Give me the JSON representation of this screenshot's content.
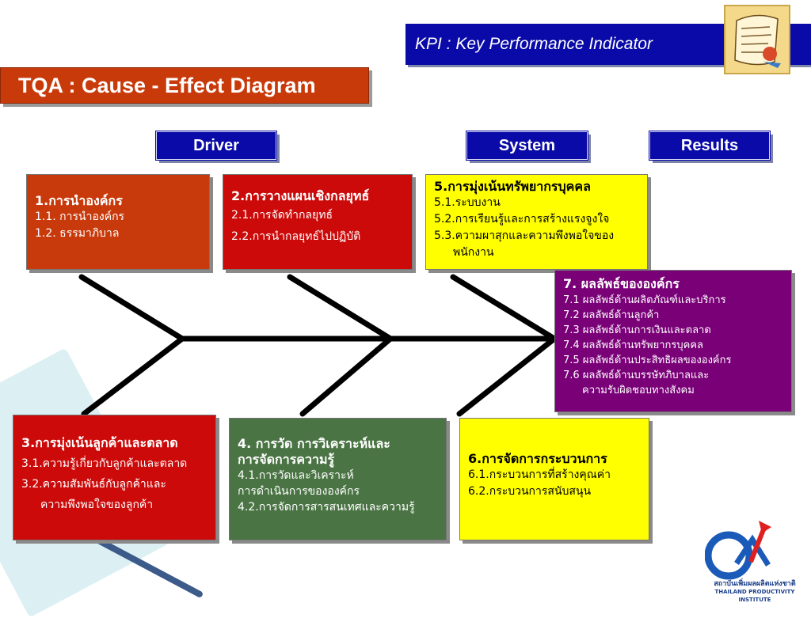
{
  "header": {
    "kpi_banner": "KPI : Key Performance Indicator",
    "title": "TQA : Cause - Effect  Diagram"
  },
  "columns": {
    "driver": "Driver",
    "system": "System",
    "results": "Results"
  },
  "boxes": {
    "b1": {
      "title": "1.การนำองค์กร",
      "items": [
        "1.1. การนำองค์กร",
        "1.2. ธรรมาภิบาล"
      ]
    },
    "b2": {
      "title": "2.การวางแผนเชิงกลยุทธ์",
      "items": [
        "2.1.การจัดทำกลยุทธ์",
        "2.2.การนำกลยุทธ์ไปปฏิบัติ"
      ]
    },
    "b5": {
      "title": "5.การมุ่งเน้นทรัพยากรบุคคล",
      "items": [
        "5.1.ระบบงาน",
        "5.2.การเรียนรู้และการสร้างแรงจูงใจ",
        "5.3.ความผาสุกและความพึงพอใจของ",
        "พนักงาน"
      ]
    },
    "b7": {
      "title": "7. ผลลัพธ์ขององค์กร",
      "items": [
        "7.1 ผลลัพธ์ด้านผลิตภัณฑ์และบริการ",
        "7.2 ผลลัพธ์ด้านลูกค้า",
        "7.3 ผลลัพธ์ด้านการเงินและตลาด",
        "7.4 ผลลัพธ์ด้านทรัพยากรบุคคล",
        "7.5 ผลลัพธ์ด้านประสิทธิผลขององค์กร",
        "7.6 ผลลัพธ์ด้านบรรษัทภิบาลและ",
        "ความรับผิดชอบทางสังคม"
      ]
    },
    "b3": {
      "title": "3.การมุ่งเน้นลูกค้าและตลาด",
      "items": [
        "3.1.ความรู้เกี่ยวกับลูกค้าและตลาด",
        "3.2.ความสัมพันธ์กับลูกค้าและ",
        "ความพึงพอใจของลูกค้า"
      ]
    },
    "b4": {
      "title": "4. การวัด การวิเคราะห์และ",
      "title2": "การจัดการความรู้",
      "items": [
        "4.1.การวัดและวิเคราะห์",
        "การดำเนินการขององค์กร",
        "4.2.การจัดการสารสนเทศและความรู้"
      ]
    },
    "b6": {
      "title": "6.การจัดการกระบวนการ",
      "items": [
        "6.1.กระบวนการที่สร้างคุณค่า",
        "6.2.กระบวนการสนับสนุน"
      ]
    }
  },
  "logo": {
    "name_th": "สถาบันเพิ่มผลผลิตแห่งชาติ",
    "name_en": "THAILAND PRODUCTIVITY INSTITUTE"
  }
}
